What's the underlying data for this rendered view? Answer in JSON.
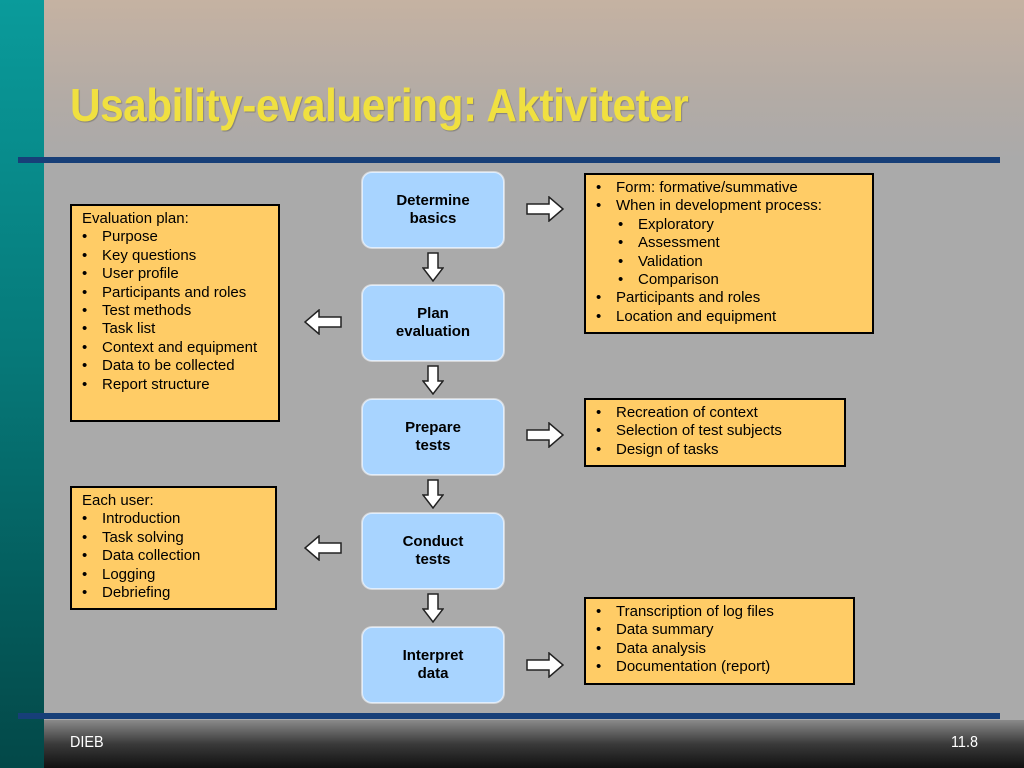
{
  "slide": {
    "title": "Usability-evaluering: Aktiviteter",
    "footer_left": "DIEB",
    "footer_right": "11.8",
    "colors": {
      "title": "#f0e040",
      "rule": "#173f78",
      "step_fill": "#a8d4ff",
      "note_fill": "#ffcc66",
      "background": "#aaaaaa",
      "sidebar": "#0a9b9b"
    }
  },
  "steps": [
    {
      "label": "Determine\nbasics"
    },
    {
      "label": "Plan\nevaluation"
    },
    {
      "label": "Prepare\ntests"
    },
    {
      "label": "Conduct\ntests"
    },
    {
      "label": "Interpret\ndata"
    }
  ],
  "notes": {
    "basics": {
      "items": [
        "Form: formative/summative",
        "When in development process:"
      ],
      "subitems": [
        "Exploratory",
        "Assessment",
        "Validation",
        "Comparison"
      ],
      "items_after": [
        "Participants and roles",
        "Location and equipment"
      ]
    },
    "plan": {
      "heading": "Evaluation plan:",
      "items": [
        "Purpose",
        "Key questions",
        "User profile",
        "Participants and roles",
        "Test methods",
        "Task list",
        "Context and equipment",
        "Data to be collected",
        "Report structure"
      ]
    },
    "prepare": {
      "items": [
        "Recreation of context",
        "Selection of test subjects",
        "Design of tasks"
      ]
    },
    "conduct": {
      "heading": "Each user:",
      "items": [
        "Introduction",
        "Task solving",
        "Data collection",
        "Logging",
        "Debriefing"
      ]
    },
    "interpret": {
      "items": [
        "Transcription of log files",
        "Data summary",
        "Data analysis",
        "Documentation (report)"
      ]
    }
  },
  "arrow_icons": {
    "down": "hollow-arrow-down-icon",
    "right": "hollow-arrow-right-icon",
    "left": "hollow-arrow-left-icon"
  }
}
